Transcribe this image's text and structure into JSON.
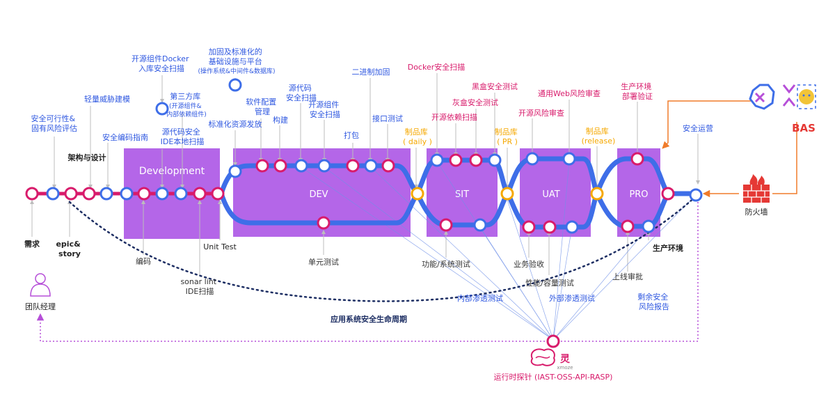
{
  "colors": {
    "stage_fill": "#b466e8",
    "track_blue": "#3e6ee8",
    "track_magenta": "#d81b6b",
    "node_blue": "#3e6ee8",
    "node_magenta": "#d81b6b",
    "node_orange": "#f5a800",
    "label_blue": "#2e57e0",
    "label_magenta": "#d81b6b",
    "label_orange": "#f5a800",
    "label_dark": "#333333",
    "dotted_navy": "#1d2e63",
    "dotted_purple": "#b64fd8",
    "connector_gray": "#bdbdbd",
    "firewall_red": "#e53935"
  },
  "stages": {
    "development": "Development",
    "dev": "DEV",
    "sit": "SIT",
    "uat": "UAT",
    "pro": "PRO"
  },
  "top_labels": {
    "security_feasibility": [
      "安全可行性&",
      "固有风险评估"
    ],
    "threat_modeling": "轻量威胁建模",
    "architecture_design": "架构与设计",
    "secure_coding_guide": "安全编码指南",
    "docker_intake_scan": [
      "开源组件Docker",
      "入库安全扫描"
    ],
    "third_party_lib": [
      "第三方库",
      "(开源组件&",
      "内部依赖组件)"
    ],
    "source_code_security": [
      "源代码安全",
      "IDE本地扫描"
    ],
    "hardened_infra": [
      "加固及标准化的",
      "基础设施与平台",
      "(操作系统&中间件&数据库)"
    ],
    "standard_resource_release": "标准化资源发放",
    "software_config_mgmt": [
      "软件配置",
      "管理"
    ],
    "build": "构建",
    "source_code_scan": [
      "源代码",
      "安全扫描"
    ],
    "oss_scan": [
      "开源组件",
      "安全扫描"
    ],
    "package": "打包",
    "binary_hardening": "二进制加固",
    "api_test": "接口测试",
    "artifact_daily": [
      "制品库",
      "( daily )"
    ],
    "docker_scan": "Docker安全扫描",
    "oss_dependency_scan": "开源依赖扫描",
    "greybox_test": "灰盒安全测试",
    "blackbox_test": "黑盒安全测试",
    "artifact_pr": [
      "制品库",
      "( PR )"
    ],
    "oss_risk_review": "开源风险审查",
    "web_risk_review": "通用Web风险审查",
    "artifact_release": [
      "制品库",
      "(release)"
    ],
    "prod_deploy_verify": [
      "生产环境",
      "部署验证"
    ],
    "security_ops": "安全运营",
    "bas": "BAS"
  },
  "bottom_labels": {
    "requirement": "需求",
    "epic_story": [
      "epic&",
      "story"
    ],
    "coding": "编码",
    "unit_test_en": "Unit Test",
    "sonarlint": [
      "sonar lint",
      "IDE扫描"
    ],
    "unit_test_cn": "单元测试",
    "functional_test": "功能/系统测试",
    "internal_pentest": "内部渗透测试",
    "business_acceptance": "业务验收",
    "performance_test": "性能/容量测试",
    "external_pentest": "外部渗透测试",
    "go_live_review": "上线审批",
    "production_env": "生产环境",
    "residual_risk_report": [
      "剩余安全",
      "风险报告"
    ],
    "team_manager": "团队经理",
    "firewall": "防火墙",
    "lifecycle_caption": "应用系统安全生命周期",
    "probe_brand": "灵",
    "probe_brand_sub": "xmoze",
    "probe_caption": "运行时探针 (IAST-OSS-API-RASP)"
  },
  "icons": {
    "person": "team-manager-person-icon",
    "firewall": "firewall-brick-icon",
    "bas": "bas-logo-icon",
    "probe": "probe-brain-logo-icon"
  }
}
